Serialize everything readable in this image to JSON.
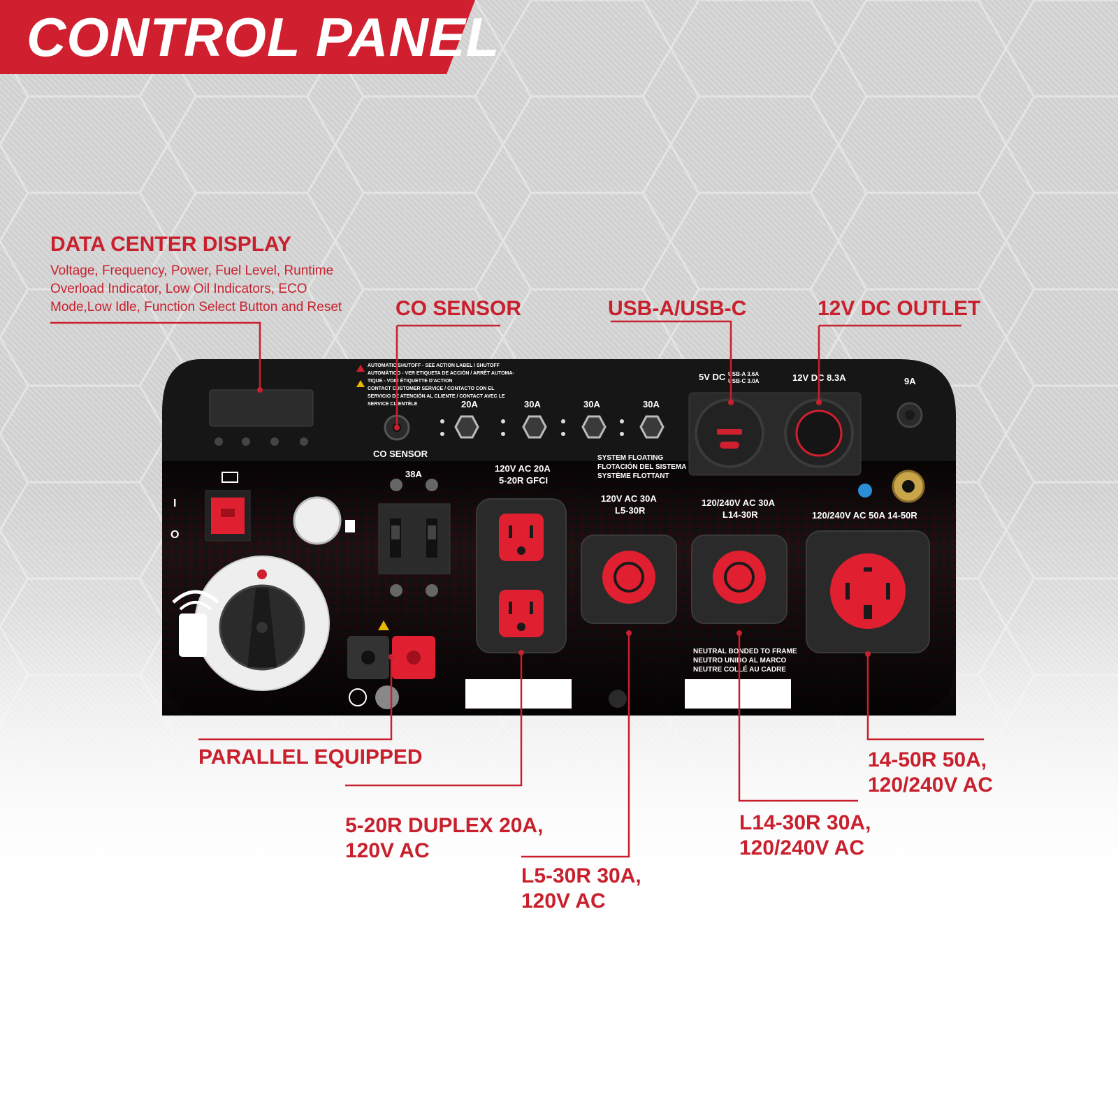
{
  "title": "CONTROL PANEL",
  "callouts": {
    "data_center": {
      "title": "DATA CENTER DISPLAY",
      "desc": [
        "Voltage, Frequency, Power, Fuel Level, Runtime",
        "Overload Indicator, Low Oil Indicators, ECO",
        "Mode,Low Idle, Function Select Button and Reset"
      ]
    },
    "co_sensor": "CO SENSOR",
    "usb": "USB-A/USB-C",
    "dc_outlet": "12V DC OUTLET",
    "parallel": "PARALLEL EQUIPPED",
    "duplex": [
      "5-20R DUPLEX 20A,",
      "120V AC"
    ],
    "l5": [
      "L5-30R 30A,",
      "120V AC"
    ],
    "l14": [
      "L14-30R 30A,",
      "120/240V AC"
    ],
    "r1450": [
      "14-50R 50A,",
      "120/240V AC"
    ]
  },
  "panel": {
    "warning_lines": [
      "AUTOMATIC SHUTOFF - SEE  ACTION LABEL / SHUTOFF",
      "AUTOMÁTICO - VER ETIQUETA DE ACCIÓN / ARRÊT AUTOMA-",
      "TIQUE - VOIR ÉTIQUETTE D'ACTION",
      "CONTACT CUSTOMER SERVICE / CONTACTO CON EL",
      "SERVICIO DE ATENCIÓN AL CLIENTE / CONTACT AVEC LE",
      "SERVICE CLIENTÈLE"
    ],
    "co_sensor_label": "CO SENSOR",
    "breakers": [
      "20A",
      "30A",
      "30A",
      "30A"
    ],
    "usb_label": "5V DC",
    "usb_a": "USB-A 3.6A",
    "usb_c": "USB-C 3.0A",
    "dc_label": "12V DC 8.3A",
    "dc_breaker": "9A",
    "floating": [
      "SYSTEM FLOATING",
      "FLOTACIÓN DEL SISTEMA",
      "SYSTÈME FLOTTANT"
    ],
    "main_breaker": "38A",
    "duplex_label": [
      "120V AC 20A",
      "5-20R GFCI"
    ],
    "l5_label": [
      "120V AC 30A",
      "L5-30R"
    ],
    "l14_label": [
      "120/240V AC 30A",
      "L14-30R"
    ],
    "r1450_label": "120/240V AC 50A 14-50R",
    "neutral": [
      "NEUTRAL BONDED TO FRAME",
      "NEUTRO UNIDO AL MARCO",
      "NEUTRE COLLÉ AU CADRE"
    ],
    "switch_on": "I",
    "switch_off": "O"
  }
}
